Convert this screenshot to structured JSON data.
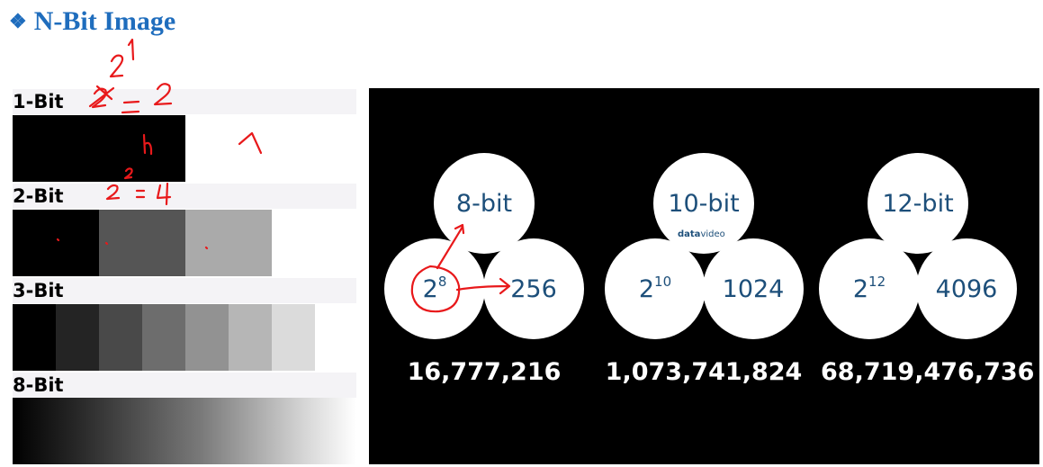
{
  "title": {
    "bullet": "❖",
    "text": "N-Bit Image"
  },
  "bit_rows": [
    {
      "label": "1-Bit",
      "swatches": [
        "#000000"
      ]
    },
    {
      "label": "2-Bit",
      "swatches": [
        "#000000",
        "#555555",
        "#aaaaaa"
      ]
    },
    {
      "label": "3-Bit",
      "swatches": [
        "#000000",
        "#242424",
        "#494949",
        "#6d6d6d",
        "#929292",
        "#b6b6b6",
        "#dbdbdb"
      ]
    },
    {
      "label": "8-Bit",
      "swatches": []
    }
  ],
  "depths": [
    {
      "label": "8-bit",
      "base": "2",
      "exp": "8",
      "levels": "256",
      "total": "16,777,216"
    },
    {
      "label": "10-bit",
      "base": "2",
      "exp": "10",
      "levels": "1024",
      "total": "1,073,741,824"
    },
    {
      "label": "12-bit",
      "base": "2",
      "exp": "12",
      "levels": "4096",
      "total": "68,719,476,736"
    }
  ],
  "logo": {
    "part1": "data",
    "part2": "video"
  },
  "colors": {
    "title": "#1f6dbd",
    "circle_text": "#1d4f7a",
    "ink": "#e8191b",
    "panel": "#000000"
  }
}
